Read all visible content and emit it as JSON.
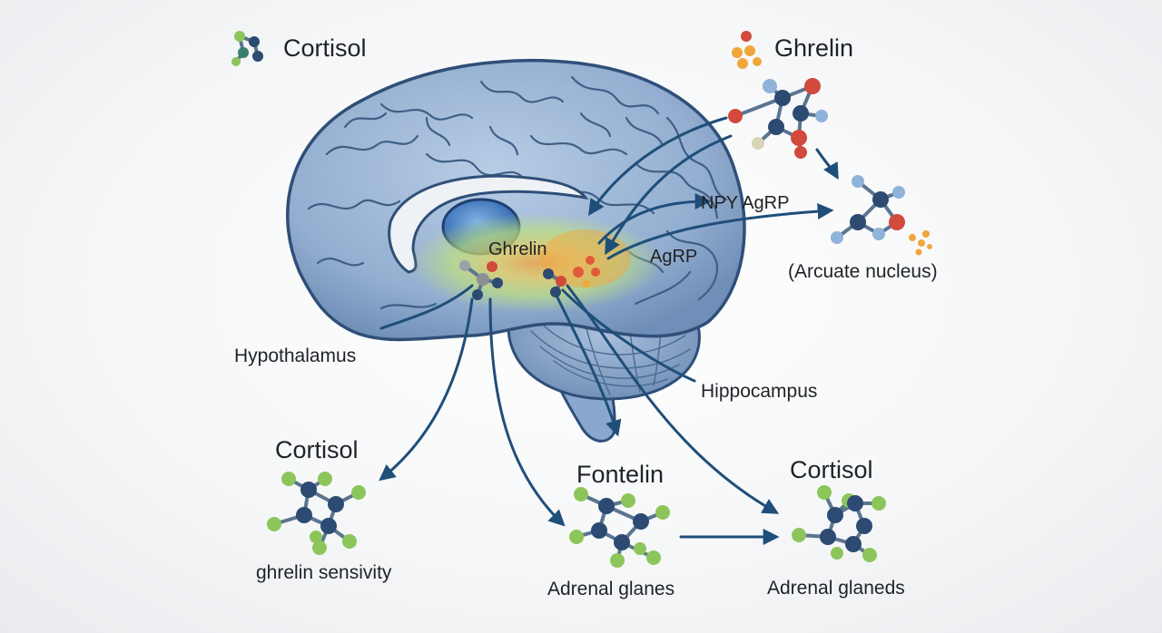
{
  "labels": {
    "top_cortisol": "Cortisol",
    "top_ghrelin": "Ghrelin",
    "brain_ghrelin": "Ghrelin",
    "npy_agrp": "NPY AgRP",
    "agrp": "AgRP",
    "arcuate_nucleus": "(Arcuate nucleus)",
    "hypothalamus": "Hypothalamus",
    "hippocampus": "Hippocampus",
    "cortisol_left": "Cortisol",
    "ghrelin_sensivity": "ghrelin sensivity",
    "fontelin": "Fontelin",
    "adrenal_glanes": "Adrenal glanes",
    "cortisol_right": "Cortisol",
    "adrenal_glaneds": "Adrenal glaneds"
  },
  "icons": {
    "cortisol_legend": "molecule-icon",
    "ghrelin_legend": "molecule-cluster-icon"
  },
  "colors": {
    "brain_fill": "#9cb6d6",
    "brain_outline": "#2f4f78",
    "arrow": "#1f4e79",
    "atom_navy": "#2c4a72",
    "atom_green": "#8cc65a",
    "atom_red": "#d24a3c",
    "atom_orange": "#f0a63a",
    "atom_lightblue": "#8fb3d9",
    "glow_green": "#bfe27a",
    "glow_yellow": "#f1d35a"
  }
}
